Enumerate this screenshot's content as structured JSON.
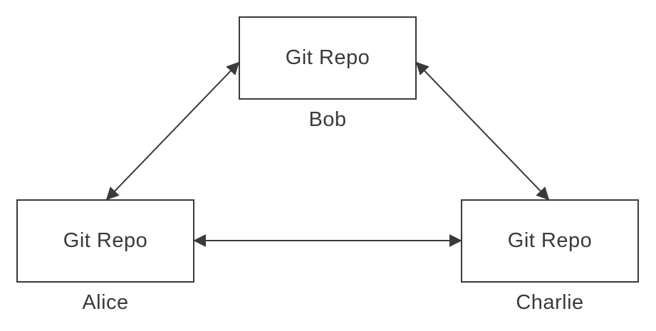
{
  "diagram": {
    "title": "git-repos-peer-diagram",
    "nodes": [
      {
        "id": "bob",
        "box_label": "Git Repo",
        "name": "Bob"
      },
      {
        "id": "alice",
        "box_label": "Git Repo",
        "name": "Alice"
      },
      {
        "id": "charlie",
        "box_label": "Git Repo",
        "name": "Charlie"
      }
    ],
    "edges": [
      {
        "from": "bob",
        "to": "alice",
        "bidirectional": true
      },
      {
        "from": "bob",
        "to": "charlie",
        "bidirectional": true
      },
      {
        "from": "alice",
        "to": "charlie",
        "bidirectional": true
      }
    ],
    "colors": {
      "stroke": "#3a3a3a",
      "text": "#3a3a3a",
      "background": "#ffffff"
    }
  }
}
